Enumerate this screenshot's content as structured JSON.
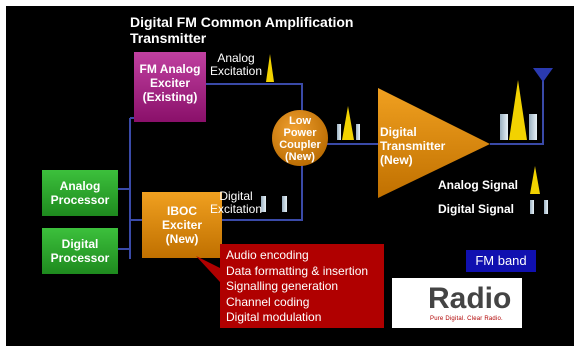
{
  "title_line1": "Digital FM Common Amplification",
  "title_line2": "Transmitter",
  "fm_analog_exciter": [
    "FM Analog",
    "Exciter",
    "(Existing)"
  ],
  "analog_processor": [
    "Analog",
    "Processor"
  ],
  "digital_processor": [
    "Digital",
    "Processor"
  ],
  "iboc_exciter": [
    "IBOC",
    "Exciter",
    "(New)"
  ],
  "coupler": [
    "Low",
    "Power",
    "Coupler",
    "(New)"
  ],
  "digital_transmitter": [
    "Digital",
    "Transmitter",
    "(New)"
  ],
  "analog_excitation": [
    "Analog",
    "Excitation"
  ],
  "digital_excitation": [
    "Digital",
    "Excitation"
  ],
  "legend": {
    "analog": "Analog Signal",
    "digital": "Digital Signal"
  },
  "iboc_functions": [
    "Audio encoding",
    "Data formatting & insertion",
    "Signalling generation",
    "Channel coding",
    "Digital modulation"
  ],
  "fm_band": "FM band",
  "logo": {
    "word": "Radio",
    "tagline": "Pure Digital. Clear Radio."
  },
  "colors": {
    "background": "#000000",
    "processor_green": "#2aa32a",
    "exciter_magenta": "#b0208a",
    "iboc_orange": "#e08a00",
    "analog_signal": "#f2d200",
    "digital_signal": "#c8dce8",
    "connector_blue": "#3a4aa8",
    "notes_red": "#b00000"
  }
}
